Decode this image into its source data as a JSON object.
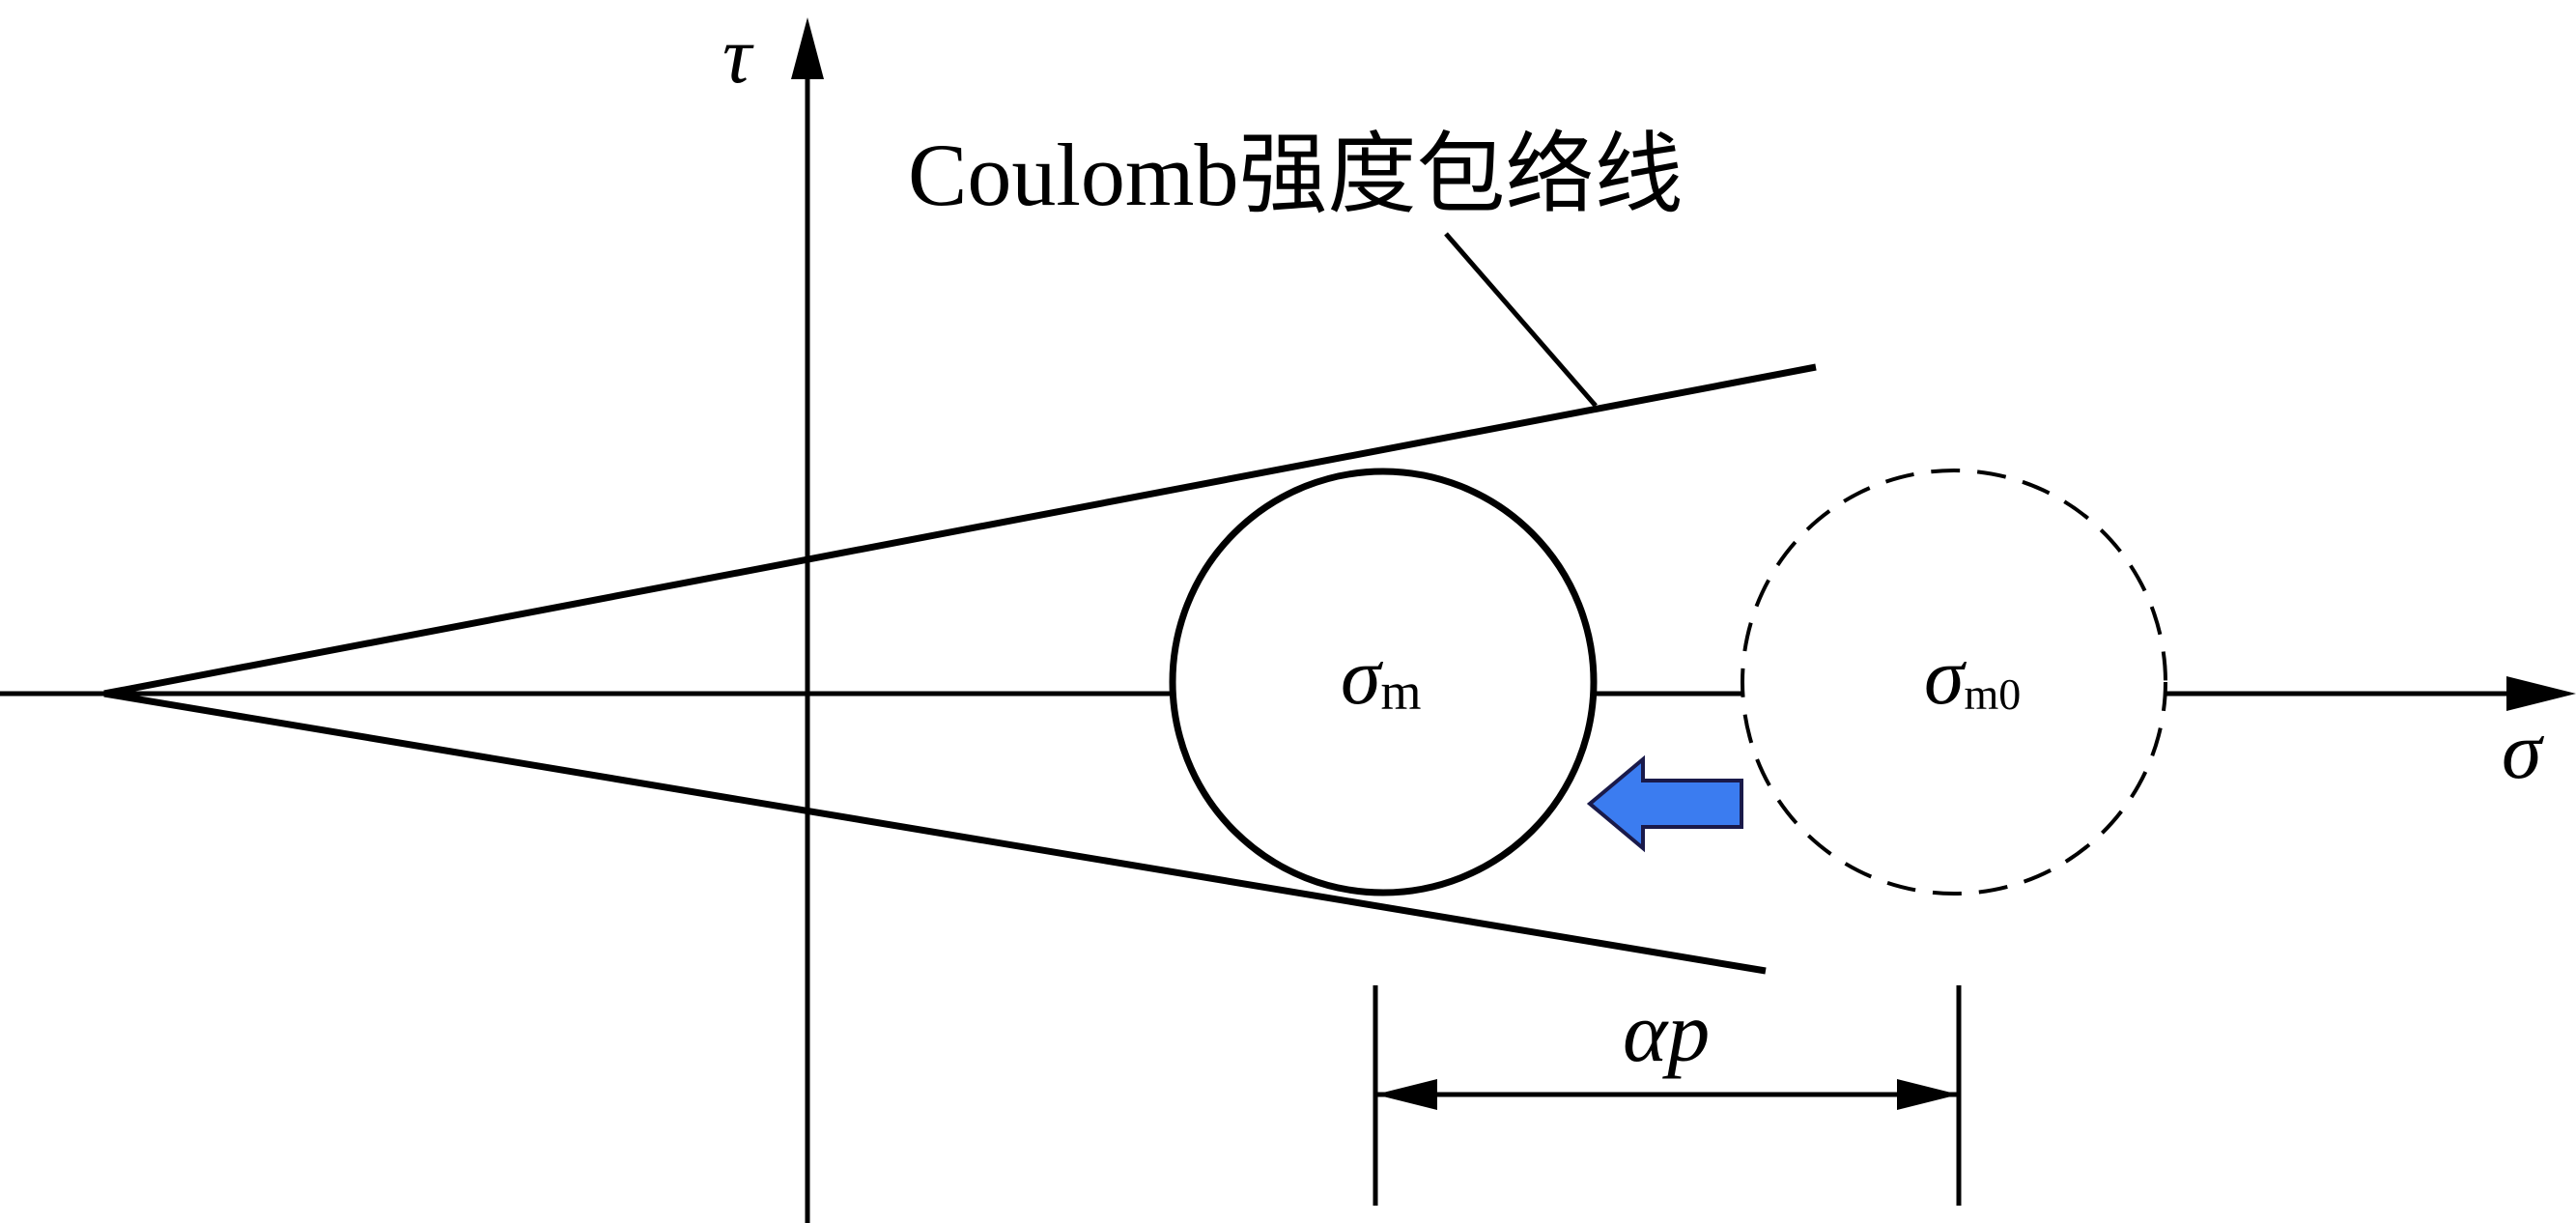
{
  "diagram": {
    "axis_tau_label": "τ",
    "axis_sigma_label": "σ",
    "envelope_label": "Coulomb强度包络线",
    "circle_label_main": "σ",
    "circle_label_main_sub": "m",
    "circle_label_initial": "σ",
    "circle_label_initial_sub": "m0",
    "shift_label": "αp",
    "colors": {
      "line": "#000000",
      "arrow_fill": "#3b7cf0",
      "arrow_stroke": "#1a1a4a"
    },
    "icons": {
      "shift_arrow": "left-arrow-icon"
    }
  }
}
